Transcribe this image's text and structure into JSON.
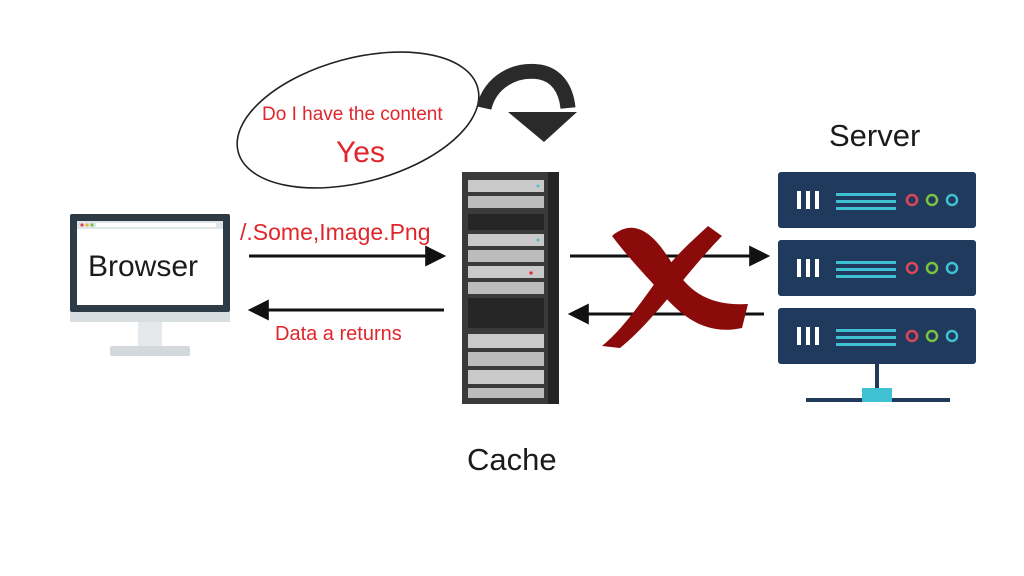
{
  "thought_bubble": {
    "question": "Do I have the content",
    "answer": "Yes"
  },
  "request_label": "/.Some,Image.Png",
  "response_label": "Data a returns",
  "nodes": {
    "browser": "Browser",
    "cache": "Cache",
    "server": "Server"
  },
  "colors": {
    "annotation_red": "#e0262b",
    "server_navy": "#1f3a5c",
    "cross_red": "#8b0a0a",
    "led_red": "#e0455a",
    "led_green": "#7cc242",
    "led_cyan": "#3fc1d3"
  },
  "icons": {
    "browser": "monitor-icon",
    "cache": "server-rack-icon",
    "server": "server-stack-icon",
    "cross": "x-mark-icon",
    "curved_arrow": "curved-arrow-down-icon"
  }
}
